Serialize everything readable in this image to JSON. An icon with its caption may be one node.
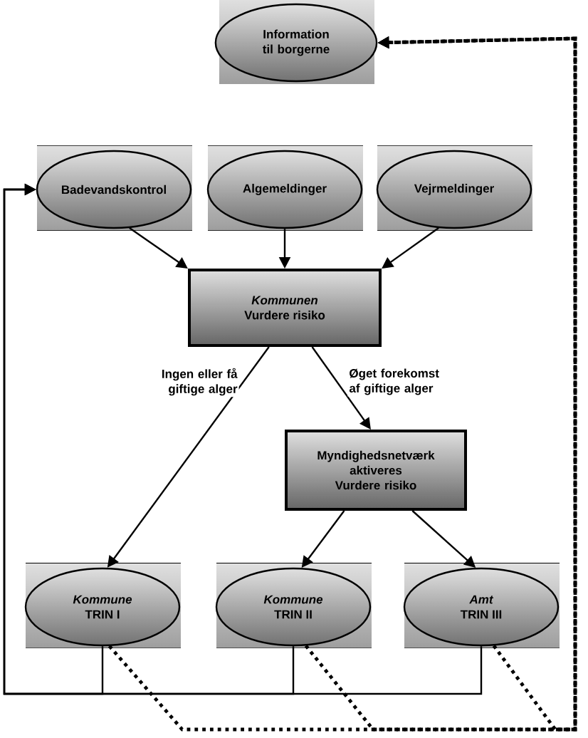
{
  "diagram": {
    "nodes": [
      {
        "text": [
          "Information til borgerne"
        ]
      },
      {
        "text": [
          "Badevandskontrol"
        ]
      },
      {
        "text": [
          "Algemeldinger"
        ]
      },
      {
        "text": [
          "Vejrmeldinger"
        ]
      },
      {
        "text": [
          "Kommunen",
          "Vurdere risiko"
        ]
      },
      {
        "text": [
          "Myndighedsnetværk aktiveres",
          "Vurdere risiko"
        ]
      },
      {
        "text": [
          "Kommune",
          "TRIN I"
        ]
      },
      {
        "text": [
          "Kommune",
          "TRIN II"
        ]
      },
      {
        "text": [
          "Amt",
          "TRIN III"
        ]
      }
    ],
    "edges": [
      {
        "from": 1,
        "to": 4,
        "arrow": "to"
      },
      {
        "from": 2,
        "to": 4,
        "arrow": "to"
      },
      {
        "from": 3,
        "to": 4,
        "arrow": "to"
      },
      {
        "from": 4,
        "to": 6,
        "arrow": "to",
        "label": "Ingen eller få giftige alger"
      },
      {
        "from": 4,
        "to": 5,
        "arrow": "to",
        "label": "Øget forekomst af giftige alger"
      },
      {
        "from": 5,
        "to": 7,
        "arrow": "to"
      },
      {
        "from": 5,
        "to": 8,
        "arrow": "to"
      },
      {
        "from": 6,
        "to": 1,
        "arrow": "to"
      },
      {
        "from": 7,
        "to": 1,
        "arrow": "to"
      },
      {
        "from": 8,
        "to": 1,
        "arrow": "to"
      },
      {
        "from": 6,
        "to": 0,
        "arrow": "to",
        "style": "dashed"
      },
      {
        "from": 7,
        "to": 0,
        "arrow": "to",
        "style": "dashed"
      },
      {
        "from": 8,
        "to": 0,
        "arrow": "to",
        "style": "dashed"
      }
    ]
  }
}
